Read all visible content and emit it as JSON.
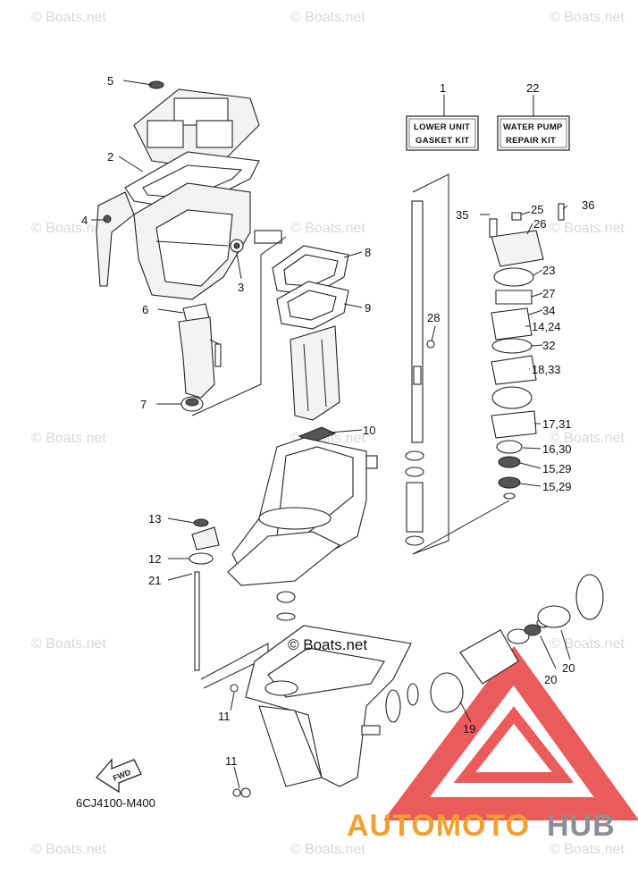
{
  "watermark": "© Boats.net",
  "center_watermark": "© Boats.net",
  "diagram_code": "6CJ4100-M400",
  "fwd_label": "FWD",
  "kits": [
    {
      "number": "1",
      "line1": "LOWER UNIT",
      "line2": "GASKET KIT"
    },
    {
      "number": "22",
      "line1": "WATER PUMP",
      "line2": "REPAIR KIT"
    }
  ],
  "callouts": {
    "c5": "5",
    "c2": "2",
    "c4": "4",
    "c3": "3",
    "c6": "6",
    "c7": "7",
    "c8": "8",
    "c9": "9",
    "c10": "10",
    "c28": "28",
    "c35": "35",
    "c25": "25",
    "c36": "36",
    "c26": "26",
    "c23": "23",
    "c27": "27",
    "c34": "34",
    "c14_24": "14,24",
    "c32": "32",
    "c18_33": "18,33",
    "c17_31": "17,31",
    "c16_30": "16,30",
    "c15_29a": "15,29",
    "c15_29b": "15,29",
    "c13": "13",
    "c12": "12",
    "c21": "21",
    "c11a": "11",
    "c11b": "11",
    "c19": "19",
    "c20a": "20",
    "c20b": "20"
  },
  "brand": {
    "part1": "AUTOMOTO",
    "part2": "HUB",
    "color1": "#f0a030",
    "color2": "#8a8f96",
    "logo_color": "#e94a4a"
  }
}
